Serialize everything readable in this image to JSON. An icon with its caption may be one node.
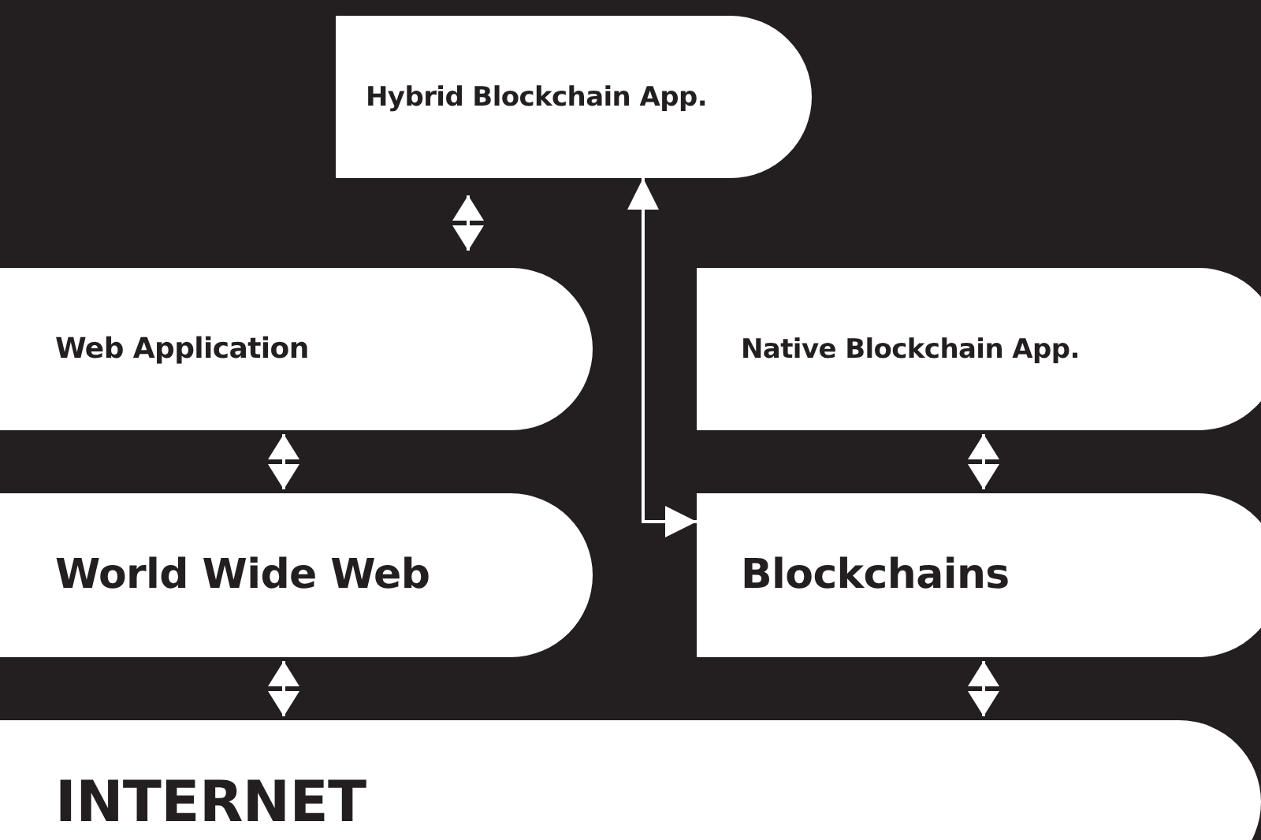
{
  "diagram": {
    "nodes": [
      {
        "text": [
          "Hybrid Blockchain App."
        ]
      },
      {
        "text": [
          "Web Application"
        ]
      },
      {
        "text": [
          "Native Blockchain App."
        ]
      },
      {
        "text": [
          "World Wide Web"
        ]
      },
      {
        "text": [
          "Blockchains"
        ]
      },
      {
        "text": [
          "INTERNET"
        ]
      }
    ],
    "edges": [
      {
        "from": 0,
        "to": 1,
        "arrow": "both"
      },
      {
        "from": 1,
        "to": 3,
        "arrow": "both"
      },
      {
        "from": 3,
        "to": 5,
        "arrow": "both"
      },
      {
        "from": 2,
        "to": 4,
        "arrow": "both"
      },
      {
        "from": 4,
        "to": 5,
        "arrow": "both"
      },
      {
        "from": 0,
        "to": 4,
        "arrow": "both"
      }
    ]
  }
}
